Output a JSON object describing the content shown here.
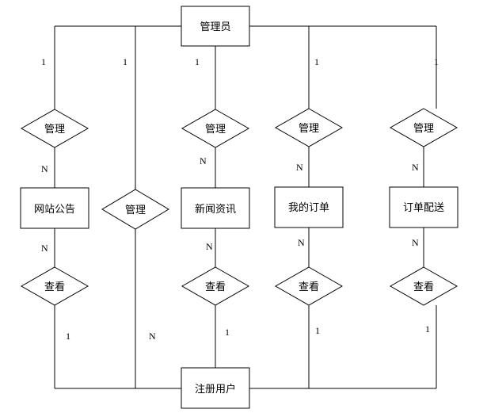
{
  "entities": {
    "admin": "管理员",
    "notice": "网站公告",
    "news": "新闻资讯",
    "orders": "我的订单",
    "delivery": "订单配送",
    "user": "注册用户"
  },
  "relationships": {
    "manage_notice": "管理",
    "manage_user": "管理",
    "manage_news": "管理",
    "manage_orders": "管理",
    "manage_delivery": "管理",
    "view_notice": "查看",
    "view_news": "查看",
    "view_orders": "查看",
    "view_delivery": "查看"
  },
  "cardinality": {
    "admin_notice": "1",
    "admin_user": "1",
    "admin_news": "1",
    "admin_orders": "1",
    "admin_delivery": "1",
    "notice_admin": "N",
    "notice_user": "N",
    "news_admin": "N",
    "news_user": "N",
    "orders_admin": "N",
    "orders_user": "N",
    "delivery_admin": "N",
    "delivery_user": "N",
    "user_notice": "1",
    "user_admin": "N",
    "user_news": "1",
    "user_orders": "1",
    "user_delivery": "1"
  }
}
